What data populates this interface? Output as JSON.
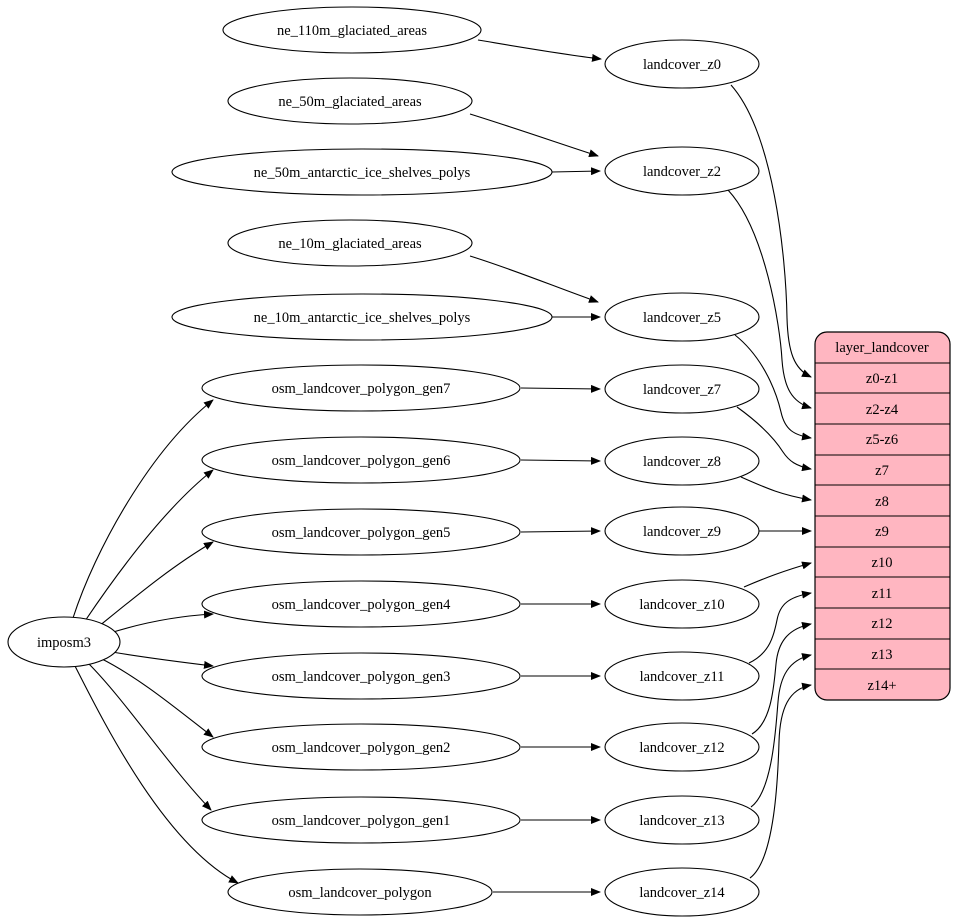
{
  "nodes": {
    "importer": "imposm3",
    "sources": [
      "ne_110m_glaciated_areas",
      "ne_50m_glaciated_areas",
      "ne_50m_antarctic_ice_shelves_polys",
      "ne_10m_glaciated_areas",
      "ne_10m_antarctic_ice_shelves_polys",
      "osm_landcover_polygon_gen7",
      "osm_landcover_polygon_gen6",
      "osm_landcover_polygon_gen5",
      "osm_landcover_polygon_gen4",
      "osm_landcover_polygon_gen3",
      "osm_landcover_polygon_gen2",
      "osm_landcover_polygon_gen1",
      "osm_landcover_polygon"
    ],
    "intermediates": [
      "landcover_z0",
      "landcover_z2",
      "landcover_z5",
      "landcover_z7",
      "landcover_z8",
      "landcover_z9",
      "landcover_z10",
      "landcover_z11",
      "landcover_z12",
      "landcover_z13",
      "landcover_z14"
    ],
    "record": {
      "header": "layer_landcover",
      "rows": [
        "z0-z1",
        "z2-z4",
        "z5-z6",
        "z7",
        "z8",
        "z9",
        "z10",
        "z11",
        "z12",
        "z13",
        "z14+"
      ]
    }
  },
  "colors": {
    "record_fill": "#ffb6c1",
    "ellipse_fill": "#ffffff",
    "stroke": "#000000",
    "background": "#ffffff"
  }
}
